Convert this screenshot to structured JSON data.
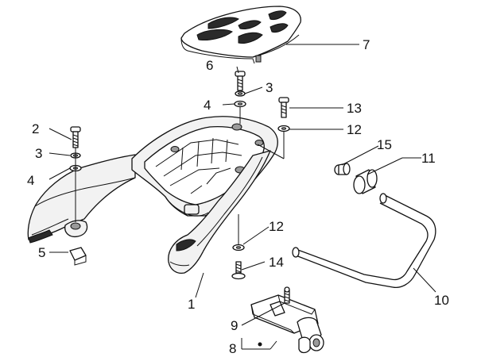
{
  "callouts": {
    "c1": "1",
    "c2": "2",
    "c3a": "3",
    "c3b": "3",
    "c4a": "4",
    "c4b": "4",
    "c5": "5",
    "c6": "6",
    "c7": "7",
    "c8": "8",
    "c9": "9",
    "c10": "10",
    "c11": "11",
    "c12a": "12",
    "c12b": "12",
    "c13": "13",
    "c14": "14",
    "c15": "15"
  }
}
